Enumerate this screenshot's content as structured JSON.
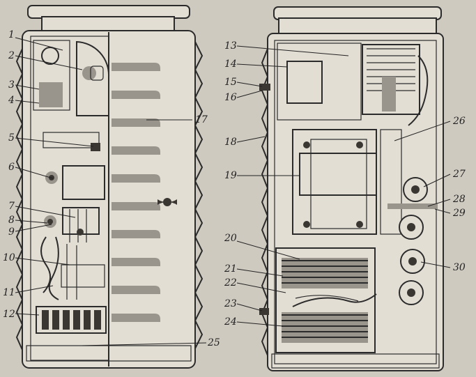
{
  "callouts": [
    {
      "id": "c1",
      "text": "1"
    },
    {
      "id": "c2",
      "text": "2"
    },
    {
      "id": "c3",
      "text": "3"
    },
    {
      "id": "c4",
      "text": "4"
    },
    {
      "id": "c5",
      "text": "5"
    },
    {
      "id": "c6",
      "text": "6"
    },
    {
      "id": "c7",
      "text": "7"
    },
    {
      "id": "c8",
      "text": "8"
    },
    {
      "id": "c9",
      "text": "9"
    },
    {
      "id": "c10",
      "text": "10"
    },
    {
      "id": "c11",
      "text": "11"
    },
    {
      "id": "c12",
      "text": "12"
    },
    {
      "id": "c13",
      "text": "13"
    },
    {
      "id": "c14",
      "text": "14"
    },
    {
      "id": "c15",
      "text": "15"
    },
    {
      "id": "c16",
      "text": "16"
    },
    {
      "id": "c17",
      "text": "17"
    },
    {
      "id": "c18",
      "text": "18"
    },
    {
      "id": "c19",
      "text": "19"
    },
    {
      "id": "c20",
      "text": "20"
    },
    {
      "id": "c21",
      "text": "21"
    },
    {
      "id": "c22",
      "text": "22"
    },
    {
      "id": "c23",
      "text": "23"
    },
    {
      "id": "c24",
      "text": "24"
    },
    {
      "id": "c25",
      "text": "25"
    },
    {
      "id": "c26",
      "text": "26"
    },
    {
      "id": "c27",
      "text": "27"
    },
    {
      "id": "c28",
      "text": "28"
    },
    {
      "id": "c29",
      "text": "29"
    },
    {
      "id": "c30",
      "text": "30"
    }
  ],
  "colors": {
    "background": "#cfcac0",
    "ink": "#2b2b2b"
  }
}
